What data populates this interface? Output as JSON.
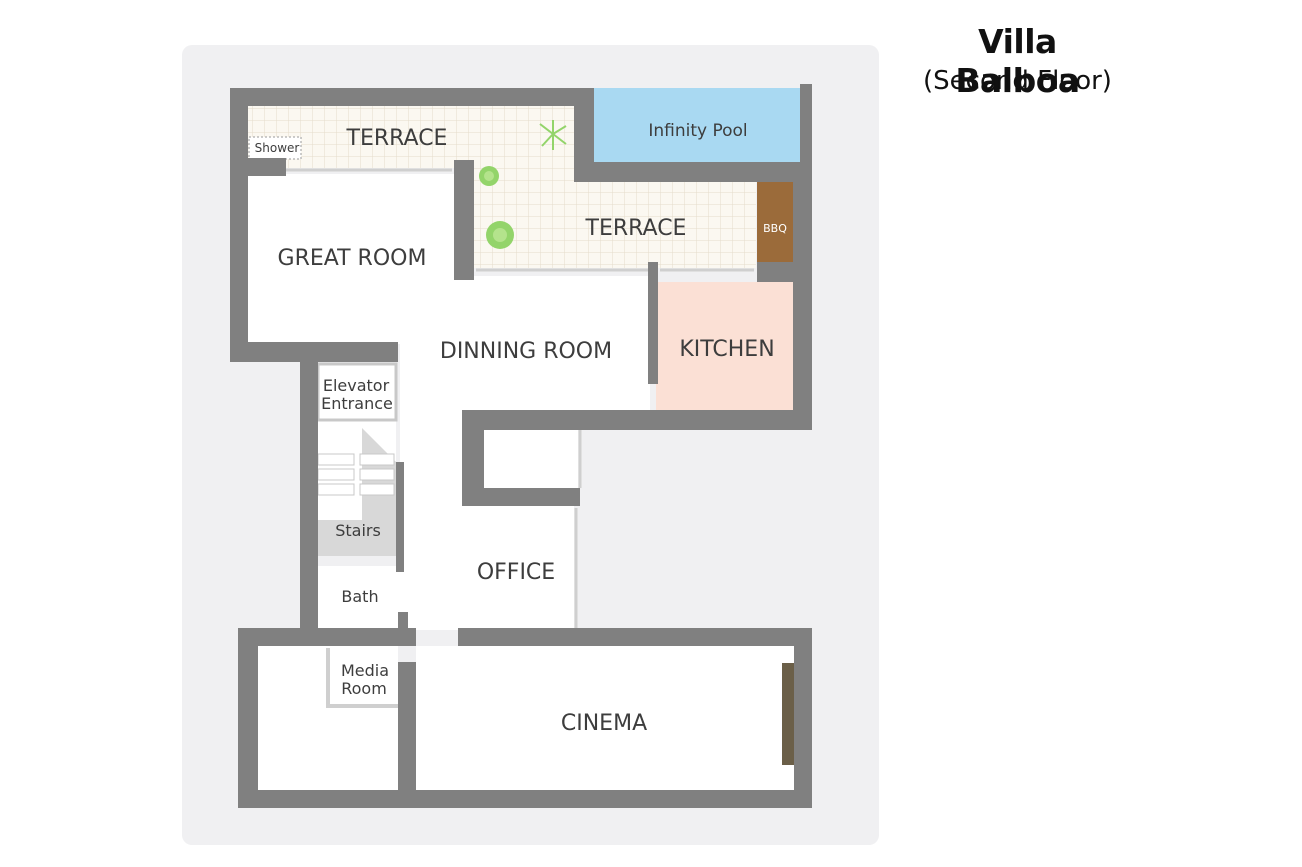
{
  "header": {
    "title": "Villa Balboa",
    "subtitle": "(Second Floor)"
  },
  "rooms": {
    "terrace_top": "TERRACE",
    "shower": "Shower",
    "infinity_pool": "Infinity Pool",
    "terrace_mid": "TERRACE",
    "bbq": "BBQ",
    "great_room": "GREAT ROOM",
    "dining_room": "DINNING ROOM",
    "kitchen": "KITCHEN",
    "elevator_line1": "Elevator",
    "elevator_line2": "Entrance",
    "stairs": "Stairs",
    "bath": "Bath",
    "office": "OFFICE",
    "media_line1": "Media",
    "media_line2": "Room",
    "cinema": "CINEMA"
  },
  "colors": {
    "wall": "#808080",
    "backdrop": "#f0f0f2",
    "pool": "#a9d9f2",
    "kitchen": "#fbe0d5",
    "bbq": "#9b6b3a",
    "tile": "#fbf8f1",
    "plant": "#93d46a"
  }
}
